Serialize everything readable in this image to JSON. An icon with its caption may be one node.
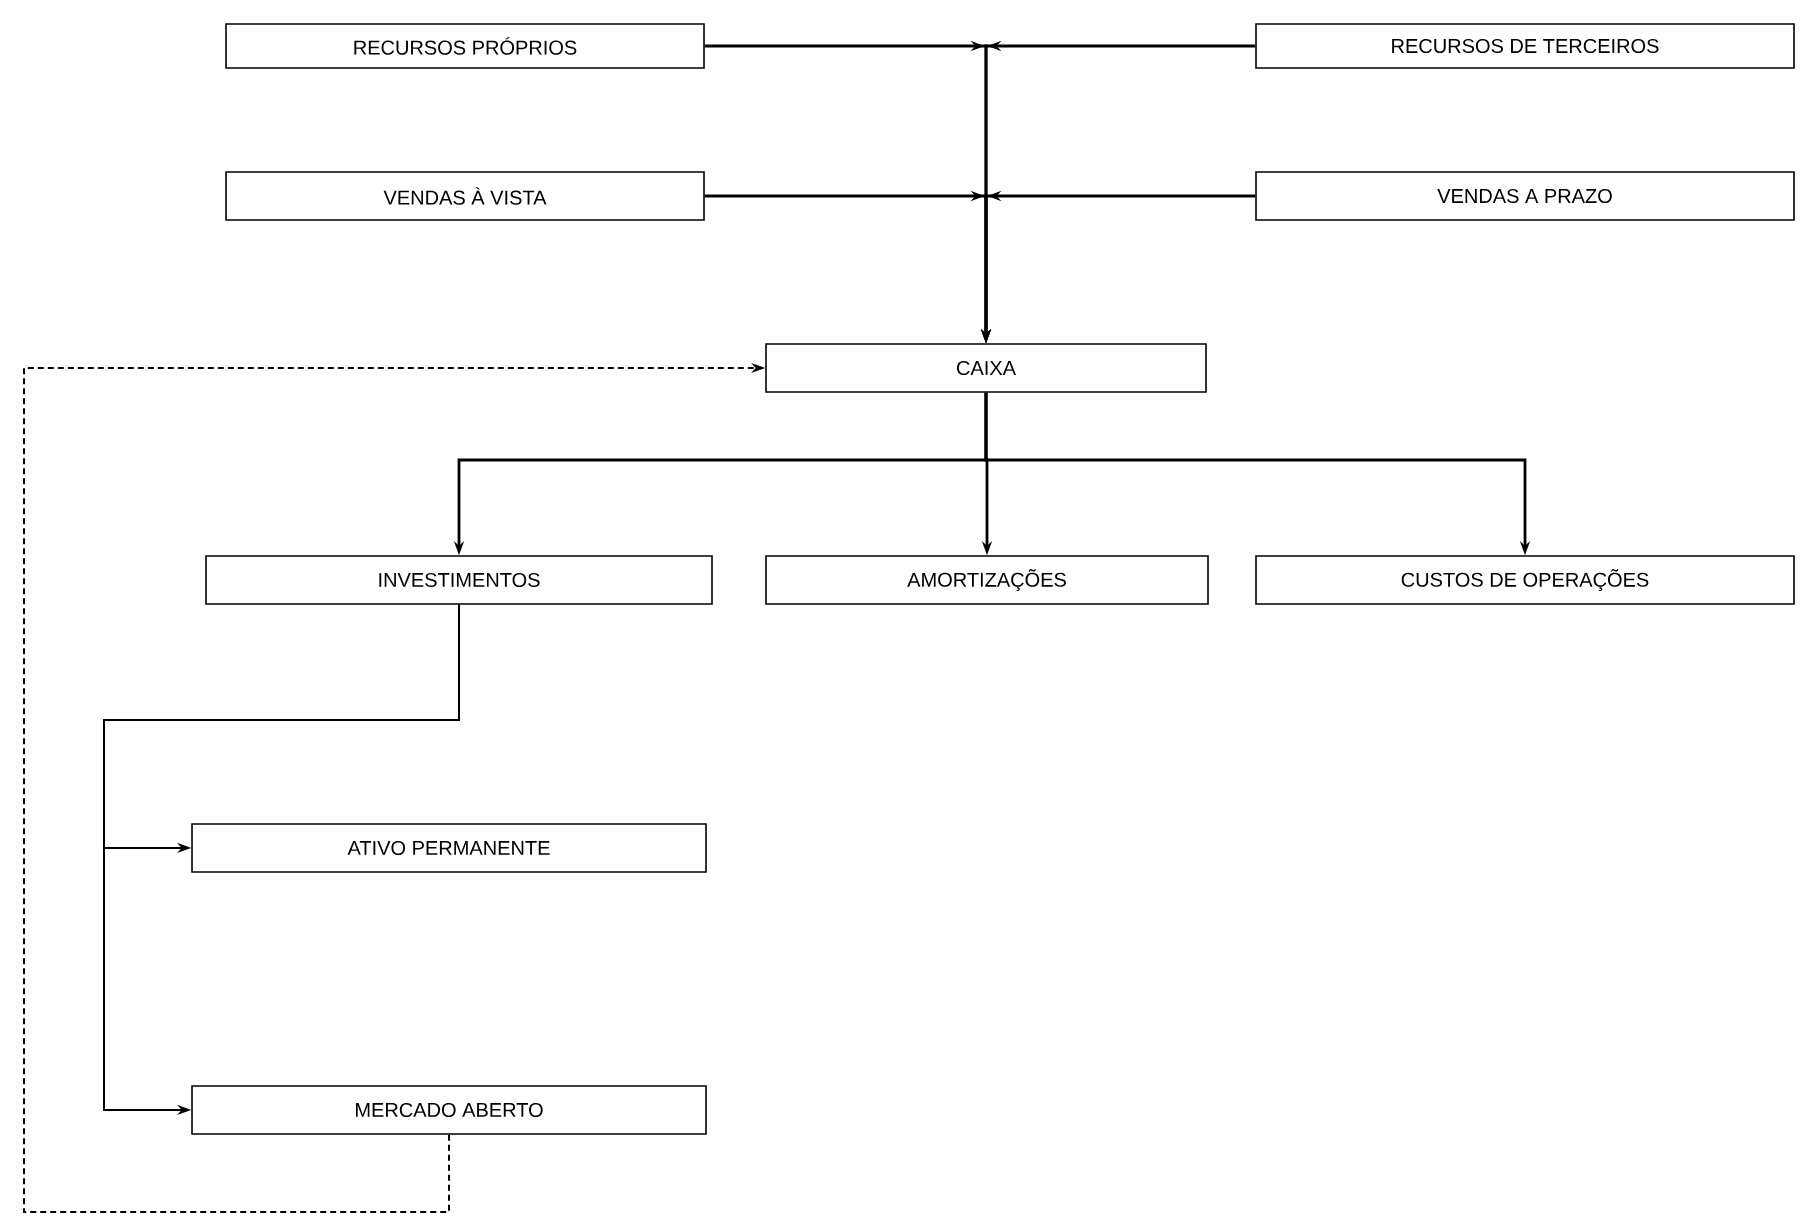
{
  "diagram": {
    "nodes": [
      {
        "text": [
          "RECURSOS PRÓPRIOS"
        ]
      },
      {
        "text": [
          "RECURSOS DE TERCEIROS"
        ]
      },
      {
        "text": [
          "VENDAS À VISTA"
        ]
      },
      {
        "text": [
          "VENDAS A PRAZO"
        ]
      },
      {
        "text": [
          "CAIXA"
        ]
      },
      {
        "text": [
          "INVESTIMENTOS"
        ]
      },
      {
        "text": [
          "AMORTIZAÇÕES"
        ]
      },
      {
        "text": [
          "CUSTOS DE OPERAÇÕES"
        ]
      },
      {
        "text": [
          "ATIVO PERMANENTE"
        ]
      },
      {
        "text": [
          "MERCADO ABERTO"
        ]
      }
    ],
    "edges": [
      {
        "from": 0,
        "to": 4,
        "arrow": "to"
      },
      {
        "from": 1,
        "to": 4,
        "arrow": "to"
      },
      {
        "from": 2,
        "to": 4,
        "arrow": "to"
      },
      {
        "from": 3,
        "to": 4,
        "arrow": "to"
      },
      {
        "from": 4,
        "to": 5,
        "arrow": "to"
      },
      {
        "from": 4,
        "to": 6,
        "arrow": "to"
      },
      {
        "from": 4,
        "to": 7,
        "arrow": "to"
      },
      {
        "from": 5,
        "to": 8,
        "arrow": "to"
      },
      {
        "from": 5,
        "to": 9,
        "arrow": "to"
      },
      {
        "from": 9,
        "to": 4,
        "arrow": "to",
        "style": "dashed"
      }
    ]
  }
}
